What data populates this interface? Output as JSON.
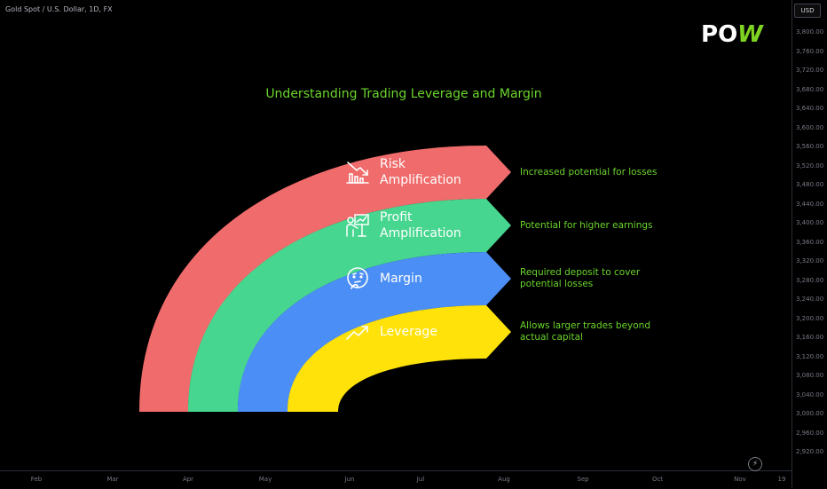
{
  "header": {
    "symbol": "Gold Spot / U.S. Dollar, 1D, FX"
  },
  "logo": {
    "text": "POW",
    "color": "#ffffff",
    "accent": "#7ed321"
  },
  "price_axis": {
    "currency": "USD",
    "labels": [
      "3,800.00",
      "3,760.00",
      "3,720.00",
      "3,680.00",
      "3,640.00",
      "3,600.00",
      "3,560.00",
      "3,520.00",
      "3,480.00",
      "3,440.00",
      "3,400.00",
      "3,360.00",
      "3,320.00",
      "3,280.00",
      "3,240.00",
      "3,200.00",
      "3,160.00",
      "3,120.00",
      "3,080.00",
      "3,040.00",
      "3,000.00",
      "2,960.00",
      "2,920.00"
    ]
  },
  "time_axis": {
    "labels": [
      "Feb",
      "Mar",
      "Apr",
      "May",
      "Jun",
      "Jul",
      "Aug",
      "Sep",
      "Oct",
      "Nov",
      "19"
    ]
  },
  "diagram": {
    "title": "Understanding Trading Leverage and Margin",
    "title_color": "#6bd52c",
    "bands": [
      {
        "label_lines": [
          "Risk",
          "Amplification"
        ],
        "description_lines": [
          "Increased potential for losses"
        ],
        "color": "#f06b6b",
        "icon": "chart-down-icon"
      },
      {
        "label_lines": [
          "Profit",
          "Amplification"
        ],
        "description_lines": [
          "Potential for higher earnings"
        ],
        "color": "#47d68f",
        "icon": "presenter-chart-icon"
      },
      {
        "label_lines": [
          "Margin"
        ],
        "description_lines": [
          "Required deposit to cover",
          "potential losses"
        ],
        "color": "#4b8ef5",
        "icon": "thinking-face-icon"
      },
      {
        "label_lines": [
          "Leverage"
        ],
        "description_lines": [
          "Allows larger trades beyond",
          "actual capital"
        ],
        "color": "#ffe20a",
        "icon": "trend-up-icon"
      }
    ]
  }
}
